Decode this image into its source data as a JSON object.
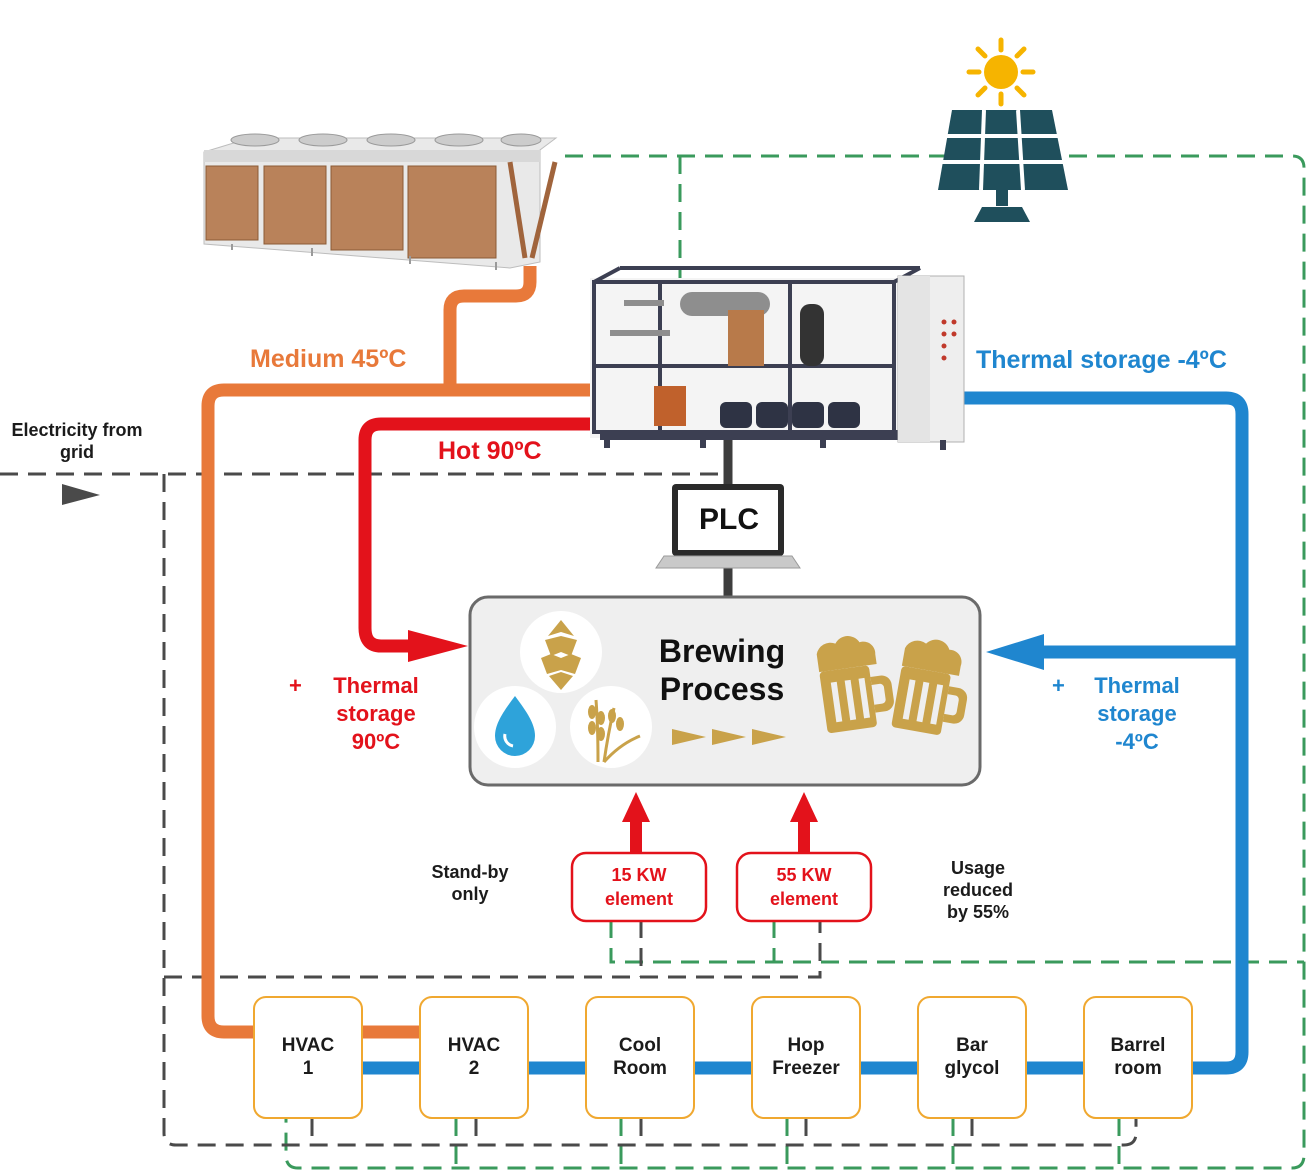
{
  "flows": {
    "medium": "Medium 45ºC",
    "hot": "Hot 90ºC",
    "cold": "Thermal storage -4ºC"
  },
  "grid": {
    "label_line1": "Electricity from",
    "label_line2": "grid"
  },
  "controller": {
    "label": "PLC"
  },
  "process": {
    "title_line1": "Brewing",
    "title_line2": "Process"
  },
  "hot_storage": {
    "plus": "+",
    "line1": "Thermal",
    "line2": "storage",
    "line3": "90ºC"
  },
  "cold_storage": {
    "plus": "+",
    "line1": "Thermal",
    "line2": "storage",
    "line3": "-4ºC"
  },
  "notes": {
    "standby_line1": "Stand-by",
    "standby_line2": "only",
    "usage_line1": "Usage",
    "usage_line2": "reduced",
    "usage_line3": "by 55%"
  },
  "elements": [
    {
      "line1": "15 KW",
      "line2": "element"
    },
    {
      "line1": "55 KW",
      "line2": "element"
    }
  ],
  "units": [
    {
      "line1": "HVAC",
      "line2": "1"
    },
    {
      "line1": "HVAC",
      "line2": "2"
    },
    {
      "line1": "Cool",
      "line2": "Room"
    },
    {
      "line1": "Hop",
      "line2": "Freezer"
    },
    {
      "line1": "Bar",
      "line2": "glycol"
    },
    {
      "line1": "Barrel",
      "line2": "room"
    }
  ],
  "colors": {
    "medium": "#e8793a",
    "hot": "#e3121b",
    "cold": "#1f86cf",
    "solar_line": "#3a9a5c",
    "grid_line": "#4a4a4a",
    "unit_border": "#f0a830",
    "gold": "#c9a24a",
    "panel": "#1f4f5c",
    "sun": "#f6b400"
  },
  "icons": [
    "sun-icon",
    "solar-panel-icon",
    "dry-cooler-icon",
    "heat-pump-skid-icon",
    "laptop-icon",
    "hop-icon",
    "water-drop-icon",
    "wheat-icon",
    "beer-mugs-icon",
    "arrow-icon"
  ]
}
